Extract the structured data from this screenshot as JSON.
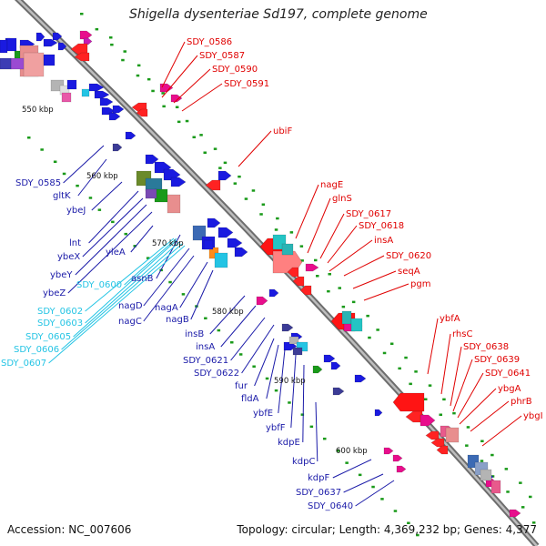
{
  "header": {
    "title": "Shigella dysenteriae Sd197, complete genome"
  },
  "footer": {
    "accession": "Accession: NC_007606",
    "topology": "Topology: circular; Length: 4,369,232 bp; Genes: 4,377"
  },
  "scale_marks": [
    "550 kbp",
    "560 kbp",
    "570 kbp",
    "580 kbp",
    "590 kbp",
    "600 kbp"
  ],
  "genes_red": [
    "SDY_0586",
    "SDY_0587",
    "SDY_0590",
    "SDY_0591",
    "ubiF",
    "nagE",
    "glnS",
    "SDY_0617",
    "SDY_0618",
    "insA",
    "SDY_0620",
    "seqA",
    "pgm",
    "ybfA",
    "rhsC",
    "SDY_0638",
    "SDY_0639",
    "SDY_0641",
    "ybgA",
    "phrB",
    "ybgI"
  ],
  "genes_blue": [
    "SDY_0585",
    "gltK",
    "ybeJ",
    "lnt",
    "ybeX",
    "ybeY",
    "ybeZ",
    "yleA",
    "asnB",
    "nagD",
    "nagC",
    "nagA",
    "nagB",
    "insB",
    "insA",
    "SDY_0621",
    "SDY_0622",
    "fur",
    "fldA",
    "ybfE",
    "ybfF",
    "kdpE",
    "kdpC",
    "kdpF",
    "SDY_0637",
    "SDY_0640"
  ],
  "genes_cyan": [
    "SDY_0600",
    "SDY_0602",
    "SDY_0603",
    "SDY_0605",
    "SDY_0606",
    "SDY_0607"
  ],
  "colors": {
    "forward_label": "#e00000",
    "reverse_label": "#1a1aa8",
    "rna_label": "#24c4e4",
    "backbone": "#8c8c8c",
    "gc_skew_dots": "#1a9a1a"
  }
}
